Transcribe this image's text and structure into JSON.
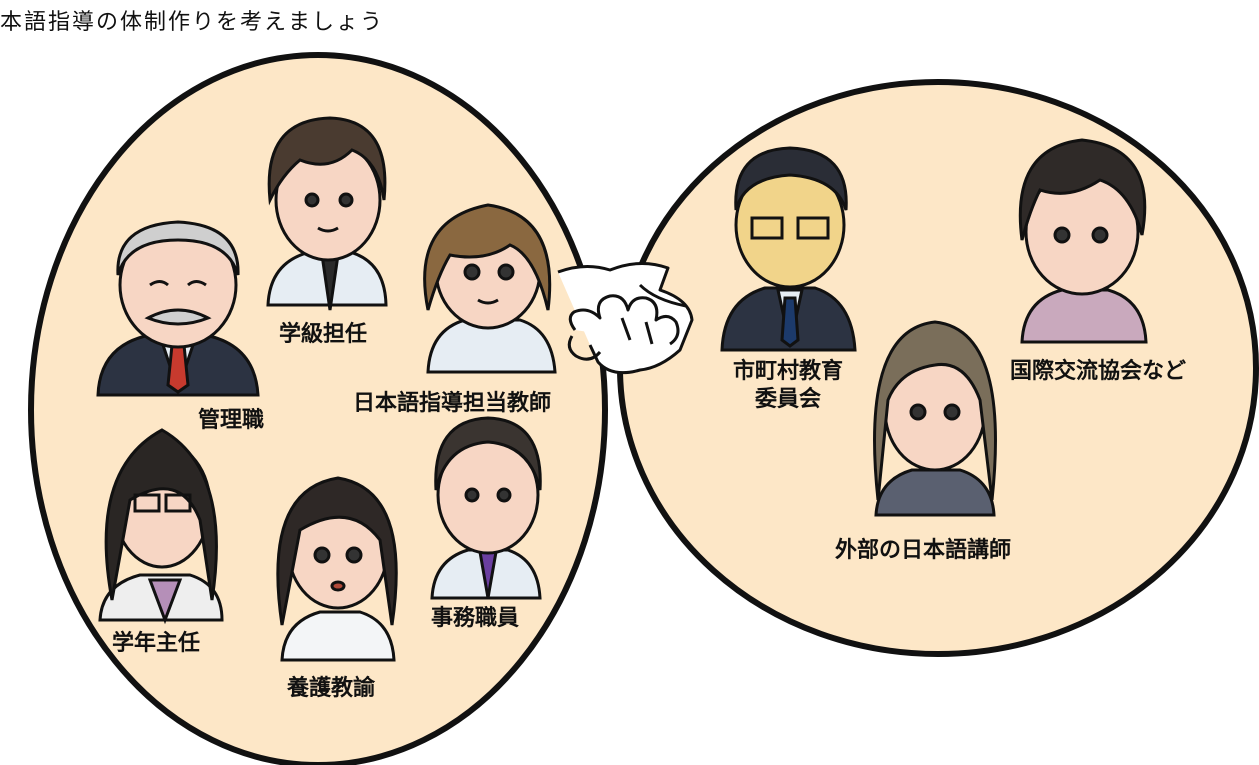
{
  "title": "本語指導の体制作りを考えましょう",
  "colors": {
    "circle_fill": "#fde7c7",
    "outline": "#111111",
    "skin": "#f7d6c4",
    "suit_dark": "#2c3342",
    "shirt_light": "#e6edf3"
  },
  "school_group": {
    "members": [
      {
        "role": "管理職",
        "icon": "principal-icon"
      },
      {
        "role": "学級担任",
        "icon": "homeroom-teacher-icon"
      },
      {
        "role": "日本語指導担当教師",
        "icon": "japanese-instruction-teacher-icon"
      },
      {
        "role": "学年主任",
        "icon": "grade-head-icon"
      },
      {
        "role": "養護教諭",
        "icon": "school-nurse-icon"
      },
      {
        "role": "事務職員",
        "icon": "office-staff-icon"
      }
    ]
  },
  "handshake": {
    "icon": "handshake-icon"
  },
  "external_group": {
    "members": [
      {
        "role_line1": "市町村教育",
        "role_line2": "委員会",
        "icon": "board-of-education-icon"
      },
      {
        "role": "国際交流協会など",
        "icon": "international-association-icon"
      },
      {
        "role": "外部の日本語講師",
        "icon": "external-japanese-teacher-icon"
      }
    ]
  }
}
